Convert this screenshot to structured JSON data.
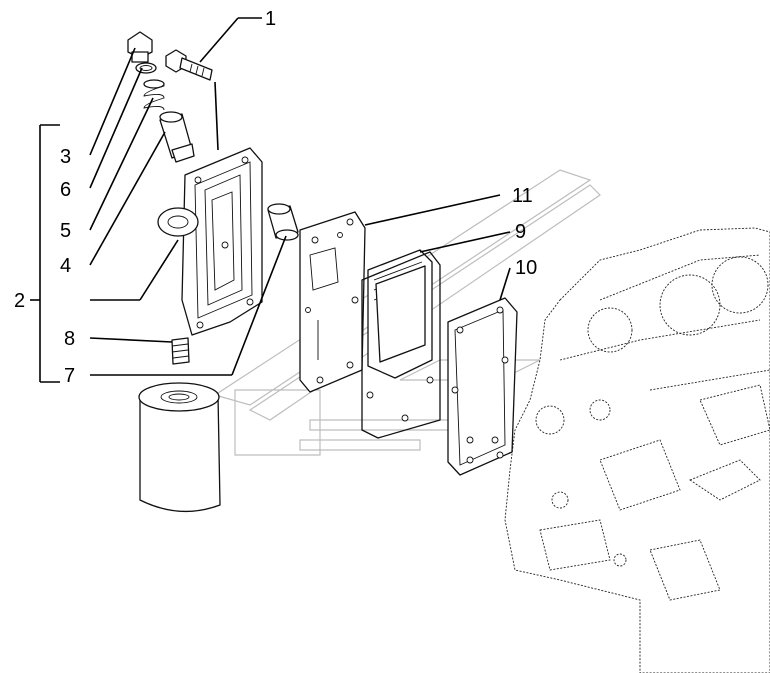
{
  "diagram": {
    "callouts": [
      {
        "id": "1",
        "label": "1"
      },
      {
        "id": "2",
        "label": "2"
      },
      {
        "id": "3",
        "label": "3"
      },
      {
        "id": "4",
        "label": "4"
      },
      {
        "id": "5",
        "label": "5"
      },
      {
        "id": "6",
        "label": "6"
      },
      {
        "id": "7",
        "label": "7"
      },
      {
        "id": "8",
        "label": "8"
      },
      {
        "id": "9",
        "label": "9"
      },
      {
        "id": "10",
        "label": "10"
      },
      {
        "id": "11",
        "label": "11"
      }
    ],
    "colors": {
      "ink": "#000000",
      "watermark": "#bdbdbd",
      "background": "#ffffff"
    }
  }
}
